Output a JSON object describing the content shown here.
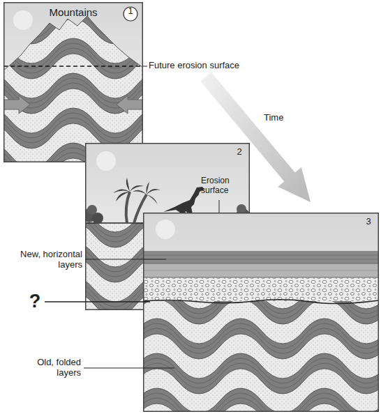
{
  "diagram": {
    "nodes": [
      {
        "text": [
          "Mountains",
          "1"
        ]
      },
      {
        "text": [
          "2",
          "Erosion surface"
        ]
      },
      {
        "text": [
          "3"
        ]
      }
    ],
    "labels": [
      "Future erosion surface",
      "Time",
      "New, horizontal layers",
      "?",
      "Old, folded layers"
    ]
  }
}
